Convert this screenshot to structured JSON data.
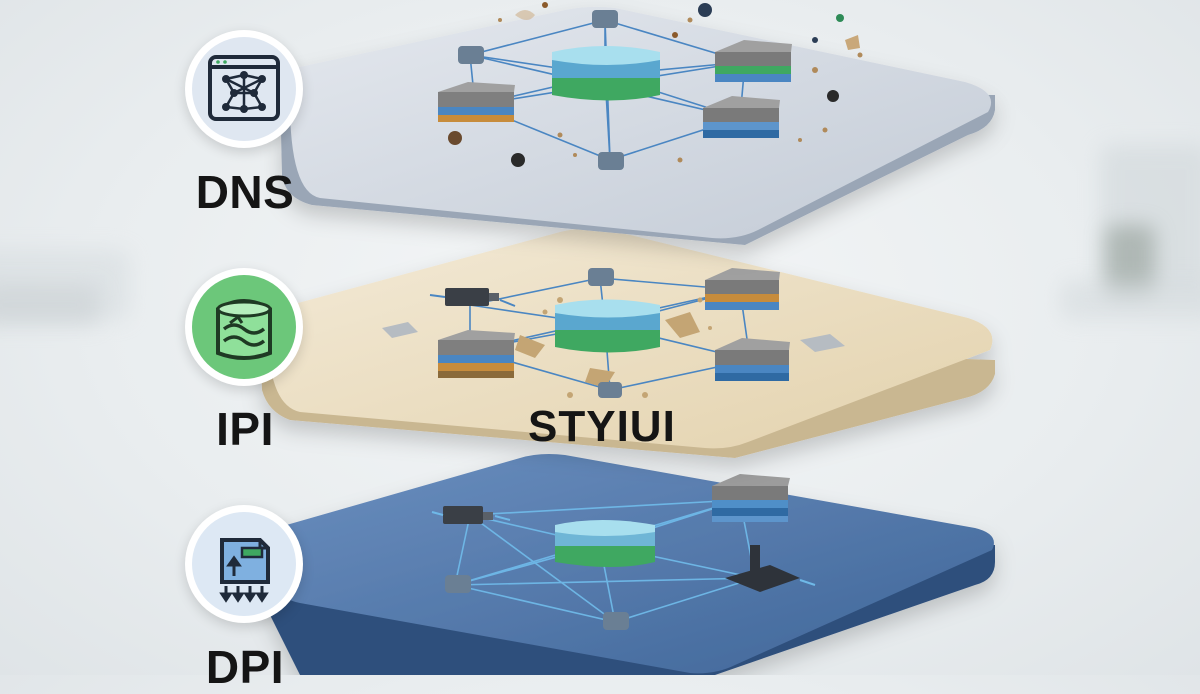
{
  "layers": [
    {
      "id": "dns",
      "label": "DNS",
      "icon": "network-globe-icon",
      "platform_color": "#c9d1dc",
      "icon_bg": "#dfe7f1"
    },
    {
      "id": "ipi",
      "label": "IPI",
      "center_label": "STYIUI",
      "icon": "filter-tank-icon",
      "platform_color": "#eadcc1",
      "icon_bg": "#6cc77a"
    },
    {
      "id": "dpi",
      "label": "DPI",
      "icon": "inspection-box-icon",
      "platform_color": "#4a73a6",
      "icon_bg": "#dde8f4"
    }
  ]
}
